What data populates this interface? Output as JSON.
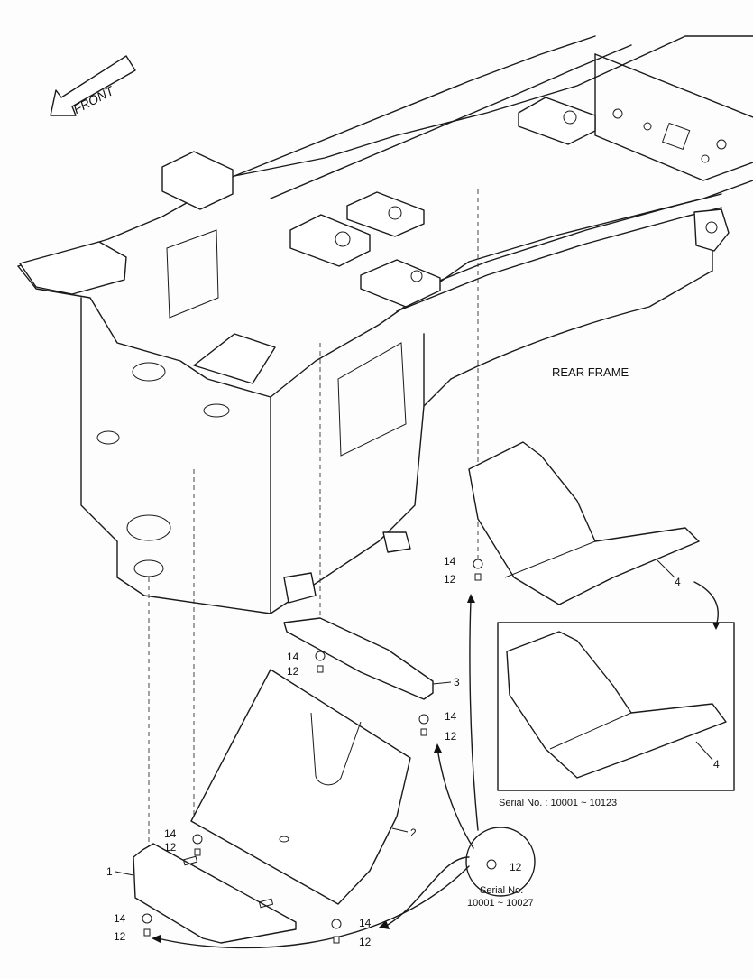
{
  "direction_arrow": {
    "text": "FRONT"
  },
  "frame_label": "REAR FRAME",
  "part_labels": {
    "p1": "1",
    "p2": "2",
    "p3": "3",
    "p4a": "4",
    "p4b": "4",
    "p12a": "12",
    "p12b": "12",
    "p12c": "12",
    "p12d": "12",
    "p12e": "12",
    "p12f": "12",
    "p14a": "14",
    "p14b": "14",
    "p14c": "14",
    "p14d": "14",
    "p14e": "14",
    "p14f": "14"
  },
  "inset_caption": "Serial No. : 10001 ~ 10123",
  "detail_callout": {
    "bolt_label": "12",
    "serial_line1": "Serial No.",
    "serial_line2": "10001 ~ 10027"
  }
}
